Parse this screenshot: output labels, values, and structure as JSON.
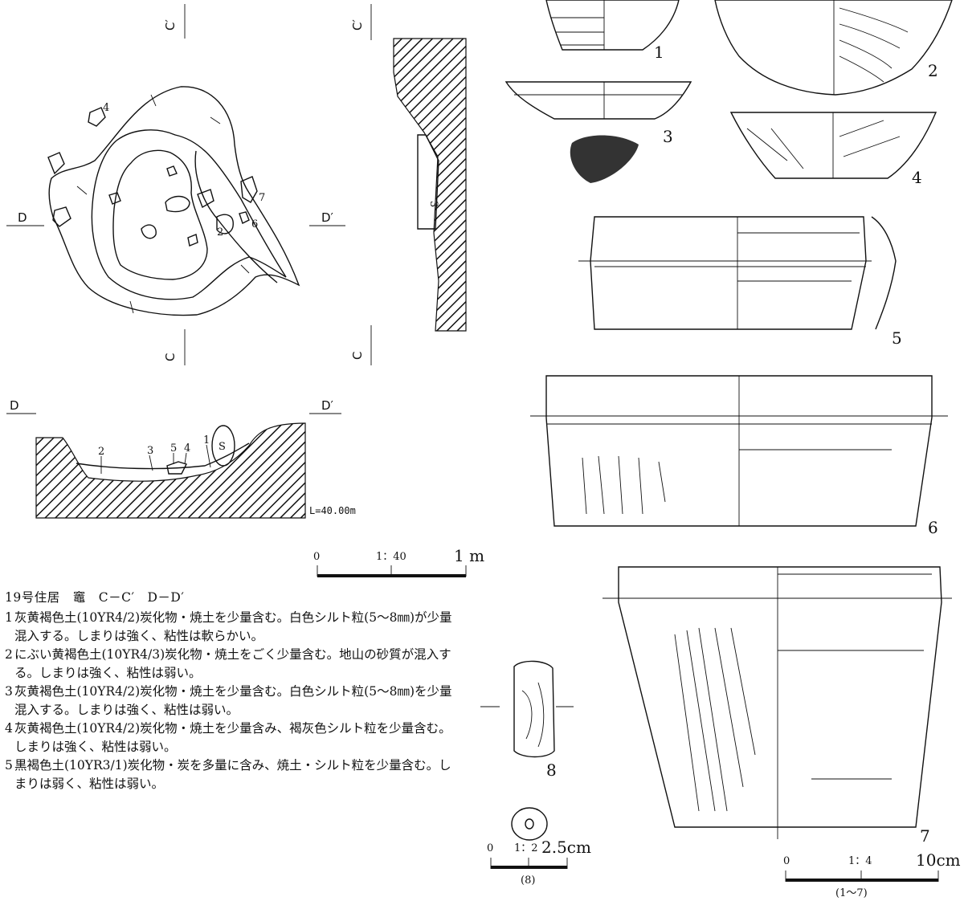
{
  "plan": {
    "c_top": "C′",
    "c_bottom": "C",
    "d_left": "D",
    "d_right": "D′",
    "stone_numbers": [
      "4",
      "7",
      "2",
      "6"
    ]
  },
  "profile_cc": {
    "c_top": "C′",
    "c_bottom": "C",
    "layer": "3"
  },
  "profile_dd": {
    "d_left": "D",
    "d_right": "D′",
    "layers": [
      "2",
      "3",
      "5",
      "4",
      "1"
    ],
    "stone": "S",
    "level": "L=40.00m"
  },
  "scales": {
    "s40": {
      "zero": "0",
      "ratio": "1：40",
      "end": "1 m"
    },
    "s2": {
      "zero": "0",
      "ratio": "1：2",
      "end": "2.5cm",
      "note": "(8)"
    },
    "s4": {
      "zero": "0",
      "ratio": "1：4",
      "end": "10cm",
      "note": "(1～7)"
    }
  },
  "legend": {
    "title": "19号住居　竈　C－C′　D－D′",
    "items": [
      {
        "n": "1",
        "text": "灰黄褐色土(10YR4/2)炭化物・焼土を少量含む。白色シルト粒(5～8㎜)が少量混入する。しまりは強く、粘性は軟らかい。"
      },
      {
        "n": "2",
        "text": "にぶい黄褐色土(10YR4/3)炭化物・焼土をごく少量含む。地山の砂質が混入する。しまりは強く、粘性は弱い。"
      },
      {
        "n": "3",
        "text": "灰黄褐色土(10YR4/2)炭化物・焼土を少量含む。白色シルト粒(5～8㎜)を少量混入する。しまりは強く、粘性は弱い。"
      },
      {
        "n": "4",
        "text": "灰黄褐色土(10YR4/2)炭化物・焼土を少量含み、褐灰色シルト粒を少量含む。しまりは強く、粘性は弱い。"
      },
      {
        "n": "5",
        "text": "黒褐色土(10YR3/1)炭化物・炭を多量に含み、焼土・シルト粒を少量含む。しまりは弱く、粘性は弱い。"
      }
    ]
  },
  "artifacts": [
    "1",
    "2",
    "3",
    "4",
    "5",
    "6",
    "7",
    "8"
  ]
}
